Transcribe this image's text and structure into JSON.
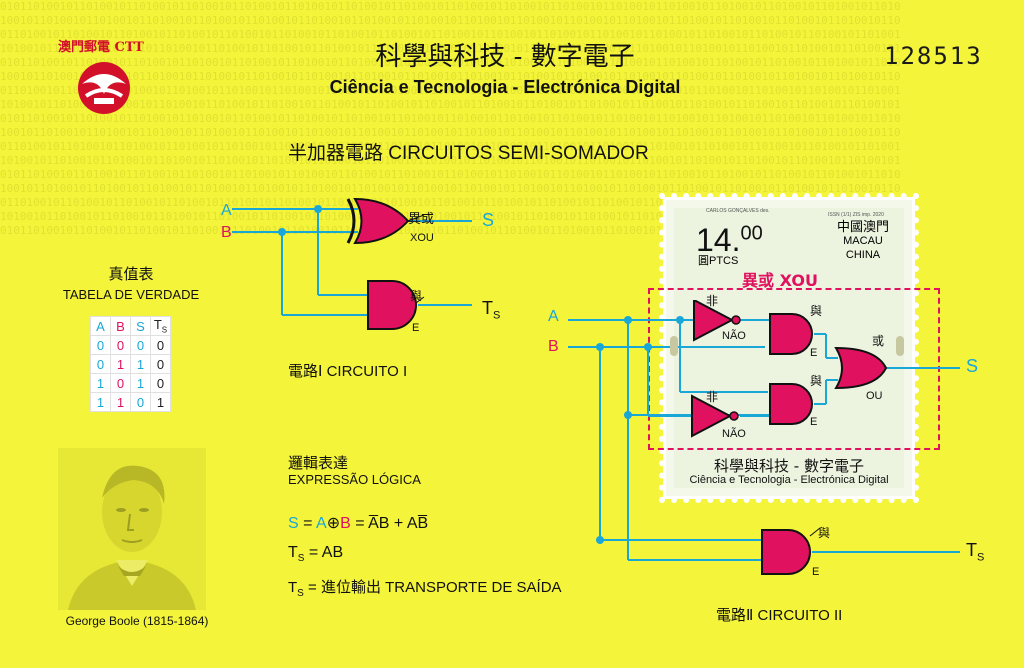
{
  "header": {
    "brand": "澳門郵電 CTT",
    "serial": "128513",
    "title_zh": "科學與科技 - 數字電子",
    "title_pt": "Ciência e Tecnologia - Electrónica Digital",
    "subtitle": "半加器電路  CIRCUITOS SEMI-SOMADOR"
  },
  "truth_table": {
    "title_zh": "真值表",
    "title_pt": "TABELA DE VERDADE",
    "headers": [
      "A",
      "B",
      "S",
      "T"
    ],
    "header_sub": "S",
    "rows": [
      [
        "0",
        "0",
        "0",
        "0"
      ],
      [
        "0",
        "1",
        "1",
        "0"
      ],
      [
        "1",
        "0",
        "1",
        "0"
      ],
      [
        "1",
        "1",
        "0",
        "1"
      ]
    ]
  },
  "circuit1": {
    "label_a": "A",
    "label_b": "B",
    "label_s": "S",
    "label_t": "T",
    "label_t_sub": "S",
    "xor_zh": "異或",
    "xor_pt": "XOU",
    "and_zh": "與",
    "and_pt": "E",
    "caption": "電路Ⅰ  CIRCUITO I"
  },
  "logic": {
    "title_zh": "邏輯表達",
    "title_pt": "EXPRESSÃO LÓGICA",
    "s_expr_lhs": "S",
    "s_expr_eq": " = ",
    "s_expr_a": "A",
    "s_expr_op": "⊕",
    "s_expr_b": "B",
    "s_expr_rest": " = A̅B + AB̅",
    "t_expr_lhs": "T",
    "t_expr_sub": "S",
    "t_expr_rhs": " = AB",
    "t_def_lhs": "T",
    "t_def_sub": "S",
    "t_def_rhs": " = 進位輸出 TRANSPORTE DE SAÍDA"
  },
  "portrait": {
    "caption": "George Boole (1815-1864)"
  },
  "stamp": {
    "value_main": "14.",
    "value_cents": "00",
    "currency": "圓PTCS",
    "country_zh": "中國澳門",
    "country_pt1": "MACAU",
    "country_pt2": "CHINA",
    "designer": "CARLOS GONÇALVES des.",
    "printer": "ISSN (1/1) ZIS imp. 2020",
    "xou_label": "異或 XOU",
    "title_zh": "科學與科技 - 數字電子",
    "title_pt": "Ciência e Tecnologia - Electrónica Digital"
  },
  "circuit2": {
    "label_a": "A",
    "label_b": "B",
    "label_s": "S",
    "label_t": "T",
    "label_t_sub": "S",
    "not_zh": "非",
    "not_pt": "NÃO",
    "and_zh": "與",
    "and_pt": "E",
    "or_zh": "或",
    "or_pt": "OU",
    "caption": "電路Ⅱ  CIRCUITO II"
  },
  "colors": {
    "sheet": "#f4f43a",
    "gate": "#e0125f",
    "wire": "#19a7d8",
    "dot": "#19a7d8"
  }
}
